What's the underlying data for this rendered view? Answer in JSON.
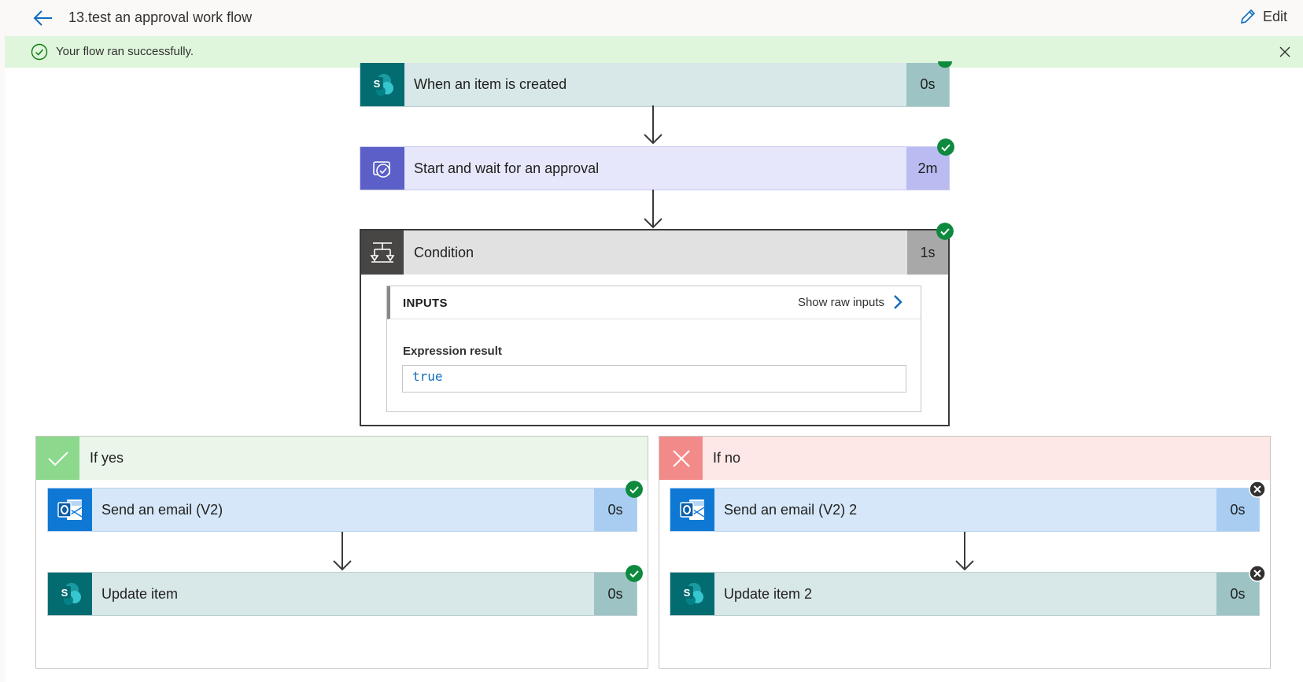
{
  "header": {
    "title": "13.test an approval work flow",
    "edit_label": "Edit"
  },
  "banner": {
    "message": "Your flow ran successfully."
  },
  "steps": {
    "trigger": {
      "label": "When an item is created",
      "duration": "0s"
    },
    "approval": {
      "label": "Start and wait for an approval",
      "duration": "2m"
    },
    "condition": {
      "label": "Condition",
      "duration": "1s",
      "inputs_title": "INPUTS",
      "raw_link": "Show raw inputs",
      "expression_label": "Expression result",
      "expression_value": "true"
    }
  },
  "branches": {
    "yes": {
      "label": "If yes",
      "email": {
        "label": "Send an email (V2)",
        "duration": "0s"
      },
      "update": {
        "label": "Update item",
        "duration": "0s"
      }
    },
    "no": {
      "label": "If no",
      "email": {
        "label": "Send an email (V2) 2",
        "duration": "0s"
      },
      "update": {
        "label": "Update item 2",
        "duration": "0s"
      }
    }
  },
  "colors": {
    "success": "#0e8a3e",
    "skipped": "#323130",
    "sharepoint": "#036c70",
    "approval": "#5b5fc7",
    "outlook": "#0f78d4"
  }
}
